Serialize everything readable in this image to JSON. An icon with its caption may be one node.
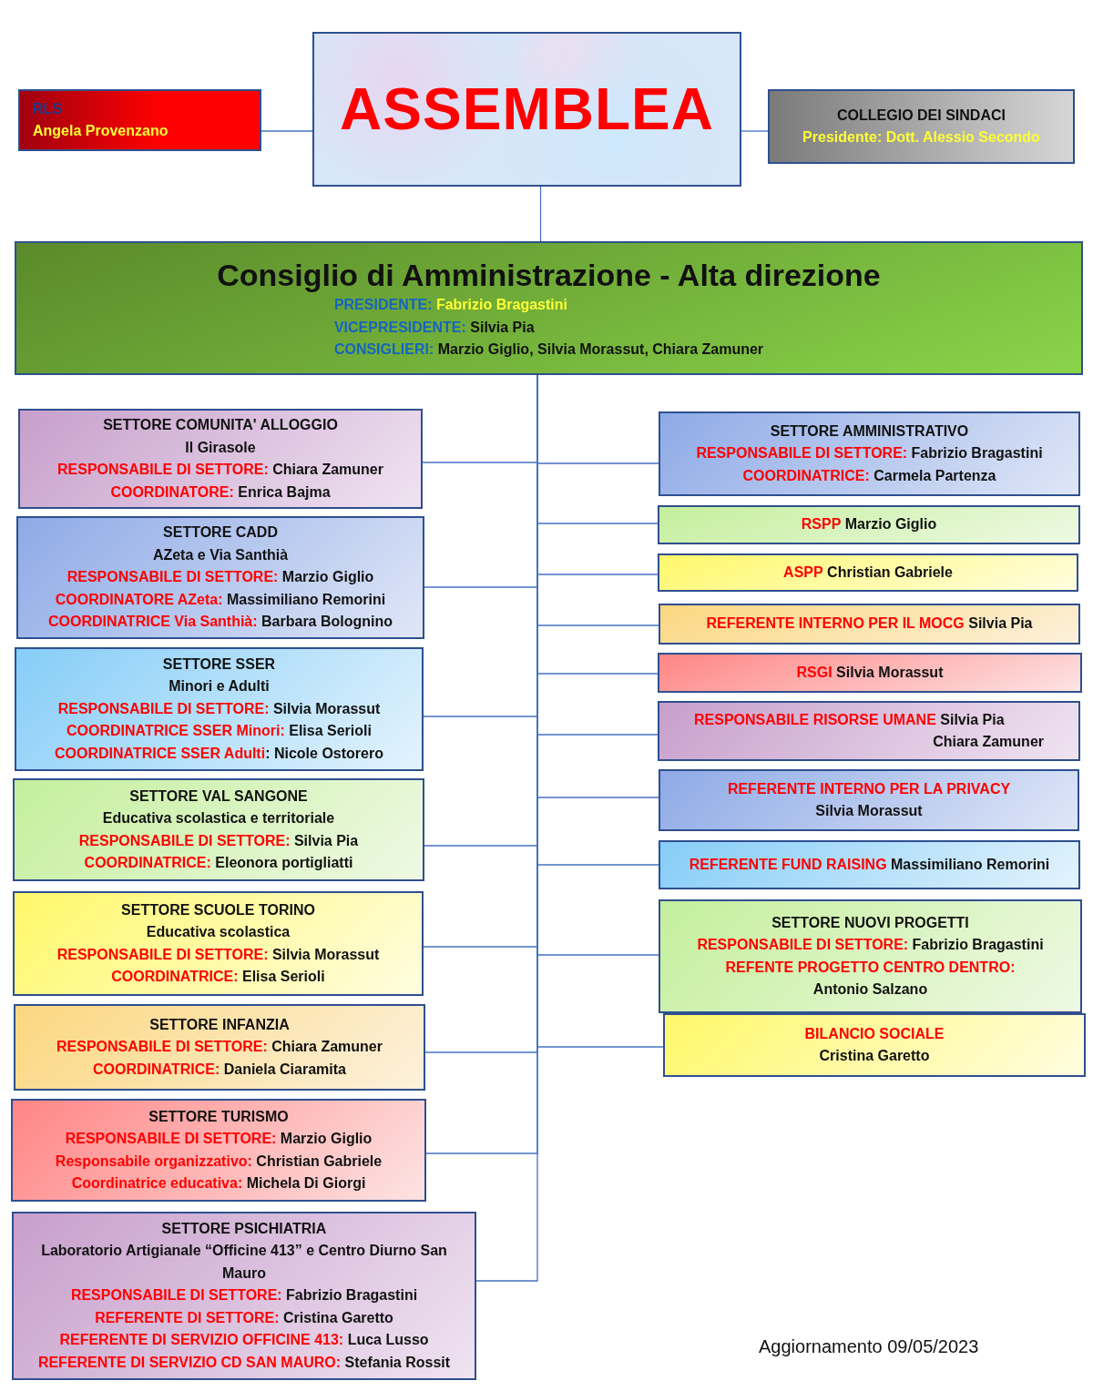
{
  "diagram": {
    "nodes": [
      {
        "text": [
          "ASSEMBLEA"
        ]
      },
      {
        "text": [
          "RLS",
          "Angela Provenzano"
        ]
      },
      {
        "text": [
          "COLLEGIO DEI SINDACI",
          "Presidente: Dott. Alessio Secondo"
        ]
      },
      {
        "text": [
          "Consiglio di Amministrazione - Alta direzione",
          "**PRESIDENTE:** Fabrizio Bragastini",
          "**VICEPRESIDENTE:** Silvia Pia",
          "**CONSIGLIERI:** Marzio Giglio, Silvia Morassut, Chiara Zamuner"
        ]
      },
      {
        "text": [
          "SETTORE COMUNITA' ALLOGGIO",
          "Il Girasole",
          "**RESPONSABILE DI SETTORE:** Chiara Zamuner",
          "**COORDINATORE:** Enrica Bajma"
        ]
      },
      {
        "text": [
          "SETTORE CADD",
          "AZeta e Via Santhià",
          "**RESPONSABILE DI SETTORE:** Marzio Giglio",
          "**COORDINATORE AZeta:** Massimiliano Remorini",
          "**COORDINATRICE Via Santhià:** Barbara Bolognino"
        ]
      },
      {
        "text": [
          "SETTORE SSER",
          "Minori e Adulti",
          "**RESPONSABILE DI SETTORE:** Silvia Morassut",
          "**COORDINATRICE SSER Minori:** Elisa Serioli",
          "**COORDINATRICE SSER Adulti**: Nicole Ostorero"
        ]
      },
      {
        "text": [
          "SETTORE VAL SANGONE",
          "Educativa scolastica e territoriale",
          "**RESPONSABILE DI SETTORE:** Silvia Pia",
          "**COORDINATRICE:** Eleonora portigliatti"
        ]
      },
      {
        "text": [
          "SETTORE SCUOLE TORINO",
          "Educativa scolastica",
          "**RESPONSABILE DI SETTORE:** Silvia Morassut",
          "**COORDINATRICE:** Elisa Serioli"
        ]
      },
      {
        "text": [
          "SETTORE INFANZIA",
          "**RESPONSABILE DI SETTORE:** Chiara Zamuner",
          "**COORDINATRICE:** Daniela Ciaramita"
        ]
      },
      {
        "text": [
          "SETTORE TURISMO",
          "**RESPONSABILE DI SETTORE:** Marzio Giglio",
          "**Responsabile organizzativo:** Christian Gabriele",
          "**Coordinatrice educativa:** Michela Di Giorgi"
        ]
      },
      {
        "text": [
          "SETTORE PSICHIATRIA",
          "Laboratorio Artigianale “Officine 413” e Centro Diurno San Mauro",
          "**RESPONSABILE DI SETTORE:** Fabrizio Bragastini",
          "**REFERENTE DI SETTORE:** Cristina Garetto",
          "**REFERENTE DI SERVIZIO OFFICINE 413:** Luca Lusso",
          "**REFERENTE DI SERVIZIO CD SAN MAURO:** Stefania Rossit"
        ]
      },
      {
        "text": [
          "SETTORE AMMINISTRATIVO",
          "**RESPONSABILE DI SETTORE:** Fabrizio Bragastini",
          "**COORDINATRICE:** Carmela Partenza"
        ]
      },
      {
        "text": [
          "**RSPP** Marzio Giglio"
        ]
      },
      {
        "text": [
          "**ASPP** Christian Gabriele"
        ]
      },
      {
        "text": [
          "**REFERENTE INTERNO PER IL MOCG** Silvia Pia"
        ]
      },
      {
        "text": [
          "**RSGI** Silvia Morassut"
        ]
      },
      {
        "text": [
          "**RESPONSABILE RISORSE UMANE** Silvia Pia",
          "Chiara Zamuner"
        ]
      },
      {
        "text": [
          "REFERENTE INTERNO PER LA PRIVACY",
          "Silvia Morassut"
        ]
      },
      {
        "text": [
          "**REFERENTE FUND RAISING** Massimiliano Remorini"
        ]
      },
      {
        "text": [
          "SETTORE NUOVI PROGETTI",
          "**RESPONSABILE DI SETTORE:** Fabrizio Bragastini",
          "REFENTE PROGETTO CENTRO DENTRO:",
          "Antonio Salzano"
        ]
      },
      {
        "text": [
          "BILANCIO SOCIALE",
          "Cristina Garetto"
        ]
      }
    ],
    "edges": [
      {
        "from": 0,
        "to": 1,
        "arrow": "none"
      },
      {
        "from": 0,
        "to": 2,
        "arrow": "none"
      },
      {
        "from": 0,
        "to": 3,
        "arrow": "none"
      },
      {
        "from": 3,
        "to": 4,
        "arrow": "none"
      },
      {
        "from": 3,
        "to": 5,
        "arrow": "none"
      },
      {
        "from": 3,
        "to": 6,
        "arrow": "none"
      },
      {
        "from": 3,
        "to": 7,
        "arrow": "none"
      },
      {
        "from": 3,
        "to": 8,
        "arrow": "none"
      },
      {
        "from": 3,
        "to": 9,
        "arrow": "none"
      },
      {
        "from": 3,
        "to": 10,
        "arrow": "none"
      },
      {
        "from": 3,
        "to": 11,
        "arrow": "none"
      },
      {
        "from": 3,
        "to": 12,
        "arrow": "none"
      },
      {
        "from": 3,
        "to": 13,
        "arrow": "none"
      },
      {
        "from": 3,
        "to": 14,
        "arrow": "none"
      },
      {
        "from": 3,
        "to": 15,
        "arrow": "none"
      },
      {
        "from": 3,
        "to": 16,
        "arrow": "none"
      },
      {
        "from": 3,
        "to": 17,
        "arrow": "none"
      },
      {
        "from": 3,
        "to": 18,
        "arrow": "none"
      },
      {
        "from": 3,
        "to": 19,
        "arrow": "none"
      },
      {
        "from": 3,
        "to": 20,
        "arrow": "none"
      },
      {
        "from": 3,
        "to": 21,
        "arrow": "none"
      }
    ],
    "labels": [
      "Aggiornamento 09/05/2023"
    ]
  }
}
